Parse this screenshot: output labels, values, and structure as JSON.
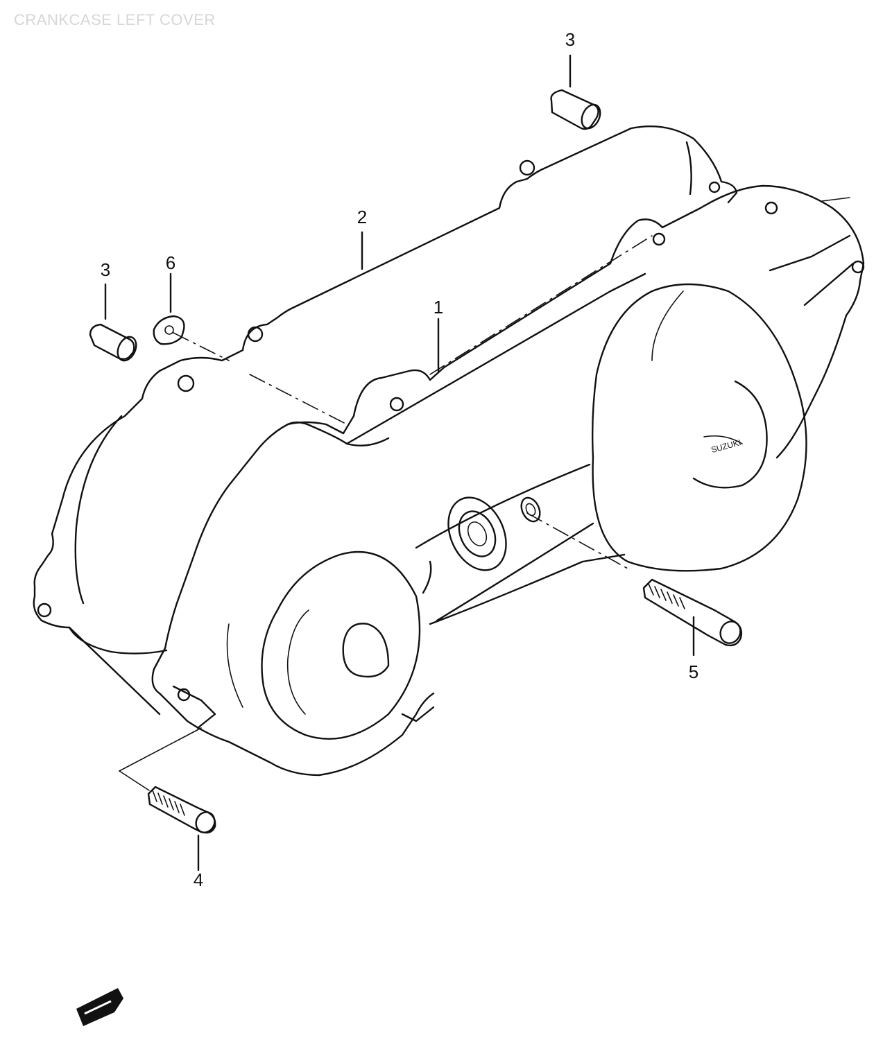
{
  "title": "CRANKCASE LEFT COVER",
  "callouts": [
    {
      "id": "1",
      "label": "1"
    },
    {
      "id": "2",
      "label": "2"
    },
    {
      "id": "3a",
      "label": "3"
    },
    {
      "id": "3b",
      "label": "3"
    },
    {
      "id": "4",
      "label": "4"
    },
    {
      "id": "5",
      "label": "5"
    },
    {
      "id": "6",
      "label": "6"
    }
  ],
  "parts": [
    {
      "ref": "1",
      "name": "cover-icon"
    },
    {
      "ref": "2",
      "name": "gasket-icon"
    },
    {
      "ref": "3",
      "name": "dowel-pin-icon"
    },
    {
      "ref": "4",
      "name": "bolt-icon"
    },
    {
      "ref": "5",
      "name": "bolt-icon"
    },
    {
      "ref": "6",
      "name": "clamp-icon"
    }
  ],
  "colors": {
    "line": "#111111",
    "title": "#d6d6d6",
    "background": "#ffffff"
  }
}
